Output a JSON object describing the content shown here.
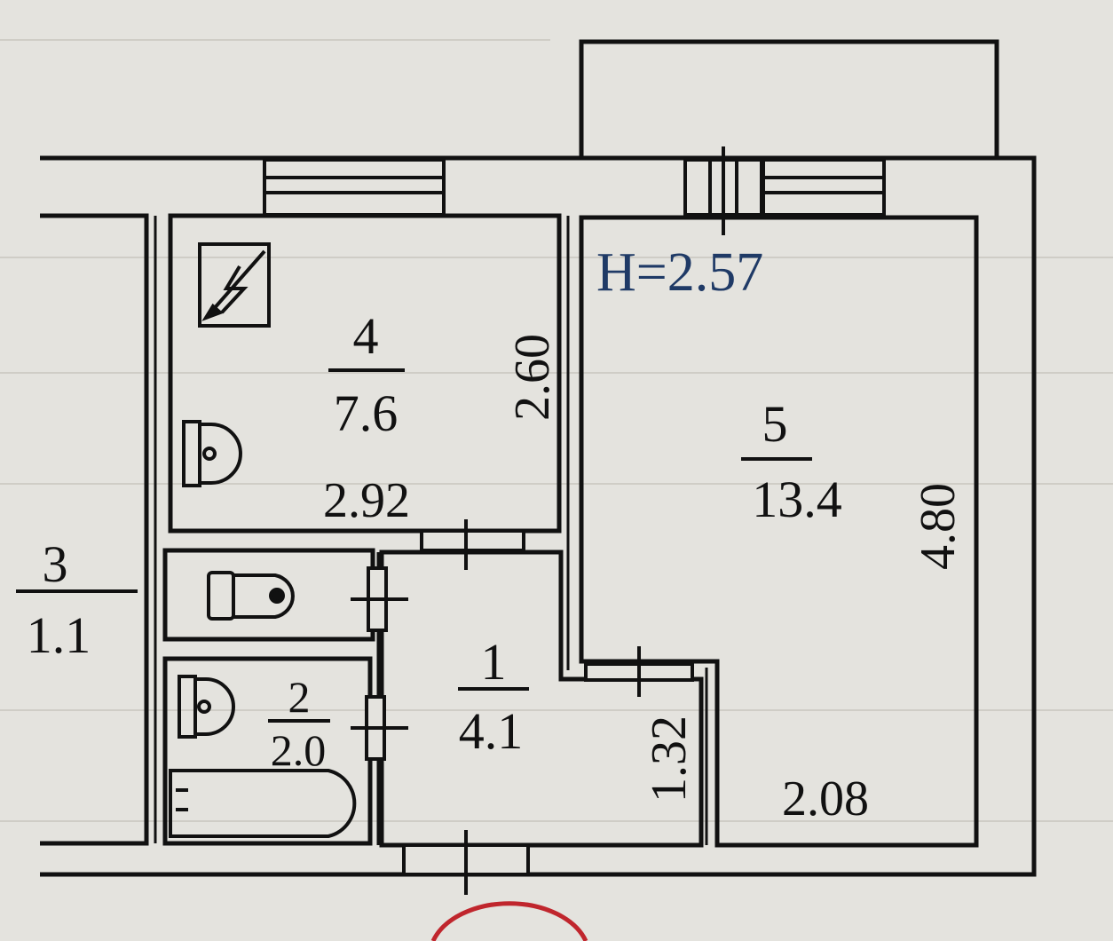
{
  "height_label": "H=2.57",
  "rooms": [
    {
      "id": "room-1",
      "number": "1",
      "area": "4.1"
    },
    {
      "id": "room-2",
      "number": "2",
      "area": "2.0"
    },
    {
      "id": "room-3",
      "number": "3",
      "area": "1.1"
    },
    {
      "id": "room-4",
      "number": "4",
      "area": "7.6"
    },
    {
      "id": "room-5",
      "number": "5",
      "area": "13.4"
    }
  ],
  "dimensions": {
    "kitchen_width": "2.92",
    "kitchen_depth": "2.60",
    "living_depth": "4.80",
    "living_width": "2.08",
    "hall_niche": "1.32"
  },
  "colors": {
    "wall": "#111111",
    "paper": "#e4e3de",
    "height_text": "#1f3a66",
    "stamp": "#c0262d"
  }
}
